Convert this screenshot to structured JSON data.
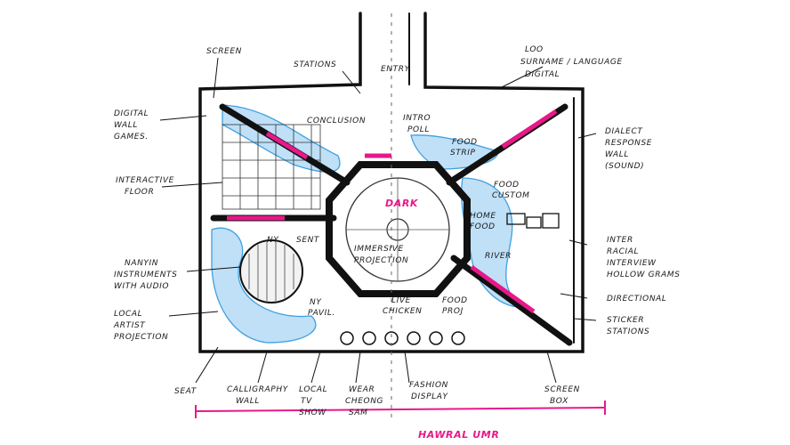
{
  "colors": {
    "ink": "#111111",
    "accent": "#e8188a",
    "water": "#3fa0e0"
  },
  "center_label": "DARK",
  "bottom_label": "HAWRAL UMR",
  "labels": {
    "screen": "SCREEN",
    "stations": "STATIONS",
    "entry": "ENTRY",
    "loo": "LOO",
    "surname": "SURNAME / LANGUAGE",
    "digital_top": "DIGITAL",
    "digital_wall_games": [
      "DIGITAL",
      "WALL",
      "GAMES."
    ],
    "conclusion": "CONCLUSION",
    "intro_poll": [
      "INTRO",
      "POLL"
    ],
    "food_strip": [
      "FOOD",
      "STRIP"
    ],
    "dialect": [
      "DIALECT",
      "RESPONSE",
      "WALL",
      "(SOUND)"
    ],
    "interactive_floor": [
      "INTERACTIVE",
      "FLOOR"
    ],
    "food_custom": [
      "FOOD",
      "CUSTOM"
    ],
    "home_food": [
      "HOME",
      "FOOD"
    ],
    "river": "RIVER",
    "ny": "NY",
    "sent": "SENT",
    "immersive": [
      "IMMERSIVE",
      "PROJECTION"
    ],
    "inter_racial": [
      "INTER",
      "RACIAL",
      "INTERVIEW",
      "HOLLOW GRAMS"
    ],
    "nanyin": [
      "NANYIN",
      "INSTRUMENTS",
      "WITH AUDIO"
    ],
    "ny_pavil": [
      "NY",
      "PAVIL."
    ],
    "live_chicken": [
      "LIVE",
      "CHICKEN"
    ],
    "food_proj": [
      "FOOD",
      "PROJ"
    ],
    "directional": "DIRECTIONAL",
    "local_artist": [
      "LOCAL",
      "ARTIST",
      "PROJECTION"
    ],
    "sticker": [
      "STICKER",
      "STATIONS"
    ],
    "seat": "SEAT",
    "calligraphy": [
      "CALLIGRAPHY",
      "WALL"
    ],
    "local_tv": [
      "LOCAL",
      "TV",
      "SHOW"
    ],
    "wear_cheong": [
      "WEAR",
      "CHEONG",
      "SAM"
    ],
    "fashion": [
      "FASHION",
      "DISPLAY"
    ],
    "screen_box": [
      "SCREEN",
      "BOX"
    ]
  }
}
